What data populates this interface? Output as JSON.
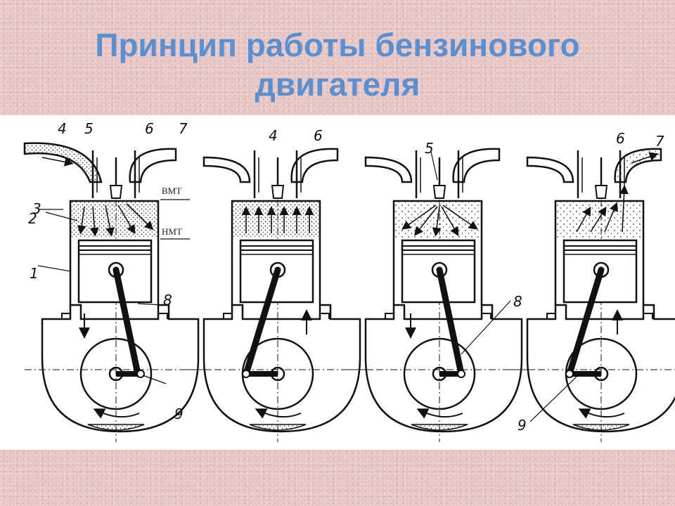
{
  "page": {
    "title_line1": "Принцип работы бензинового",
    "title_line2": "двигателя"
  },
  "diagram": {
    "labels": {
      "tdc": "ВМТ",
      "bdc": "НМТ"
    },
    "callouts": {
      "n1": "1",
      "n2": "2",
      "n3": "3",
      "n4": "4",
      "n5": "5",
      "n6": "6",
      "n7": "7",
      "n8": "8",
      "n9": "9"
    }
  },
  "colors": {
    "title": "#5b8fd0",
    "background": "#e6c4c4",
    "ink": "#111111"
  }
}
